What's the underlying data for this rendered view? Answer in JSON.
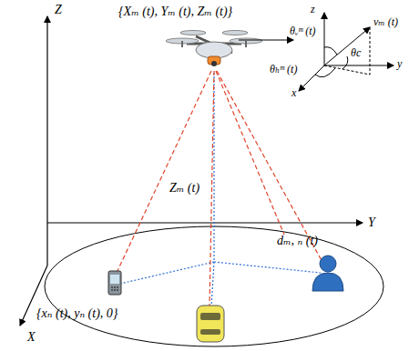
{
  "diagram": {
    "labels": [
      "Z",
      "{Xₘ (t), Yₘ (t), Zₘ (t)}",
      "z",
      "θᵥᵐ (t)",
      "vₘ (t)",
      "y",
      "θc",
      "x",
      "θₕᵐ (t)",
      "Zₘ (t)",
      "Y",
      "dₘ, ₙ (t)",
      "{xₙ (t), yₙ (t), 0}",
      "X"
    ]
  }
}
